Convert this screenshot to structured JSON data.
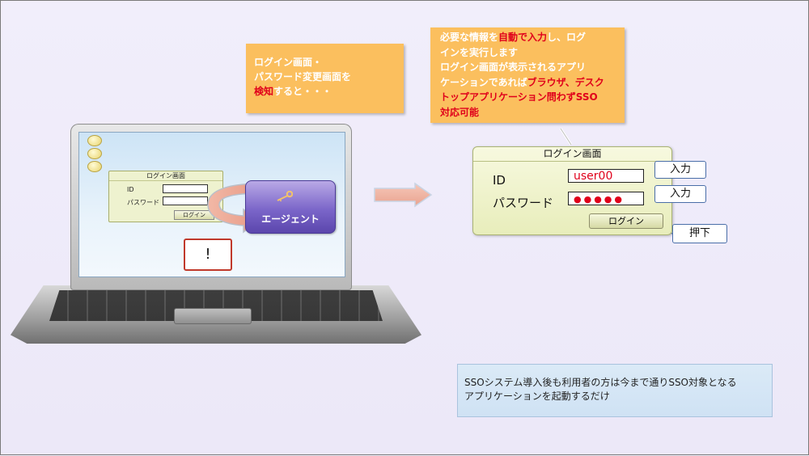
{
  "callout_detect": {
    "line1": "ログイン画面・",
    "line2": "パスワード変更画面を",
    "line3_em": "検知",
    "line3_rest": "すると・・・"
  },
  "callout_autofill": {
    "l1_a": "必要な情報を",
    "l1_em": "自動で入力",
    "l1_b": "し、ログ",
    "l2": "インを実行します",
    "l3": "ログイン画面が表示されるアプリ",
    "l4_a": "ケーションであれば",
    "l4_em": "ブラウザ、デスク",
    "l5_em": "トップアプリケーション問わずSSO",
    "l6_em": "対応可能"
  },
  "laptop": {
    "mini_login": {
      "title": "ログイン画面",
      "id_label": "ID",
      "pw_label": "パスワード",
      "button": "ログイン"
    },
    "agent_label": "エージェント",
    "alert": "!"
  },
  "login_window": {
    "title": "ログイン画面",
    "id_label": "ID",
    "pw_label": "パスワード",
    "id_value": "user00",
    "pw_value": "●●●●●",
    "button": "ログイン",
    "tag_id": "入力",
    "tag_pw": "入力",
    "tag_btn": "押下"
  },
  "note": {
    "line1": "SSOシステム導入後も利用者の方は今まで通りSSO対象となる",
    "line2": "アプリケーションを起動するだけ"
  },
  "colors": {
    "callout": "#fbbf5e",
    "emphasis": "#e0001b",
    "agent": "#7b66c9",
    "note_bg": "#d4e6f5"
  }
}
